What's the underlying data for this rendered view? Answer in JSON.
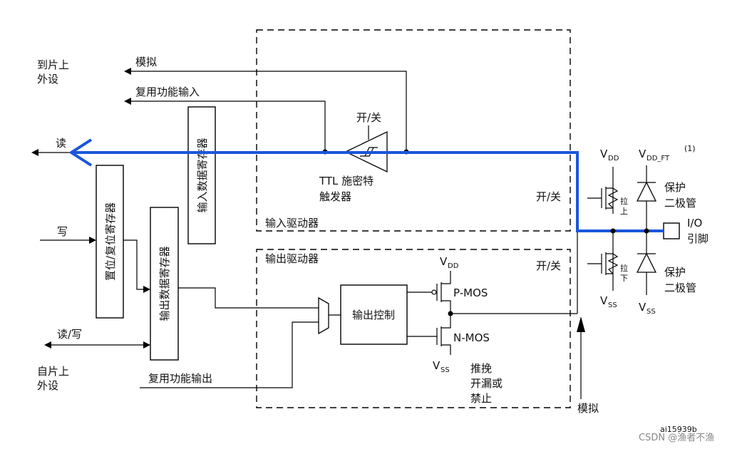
{
  "labels": {
    "to_onchip_periph_l1": "到片上",
    "to_onchip_periph_l2": "外设",
    "analog_top": "模拟",
    "alt_func_input": "复用功能输入",
    "read": "读",
    "write": "写",
    "read_write": "读/写",
    "from_onchip_periph_l1": "自片上",
    "from_onchip_periph_l2": "外设",
    "alt_func_output": "复用功能输出",
    "input_data_register": "输入数据寄存器",
    "set_reset_register": "置位/复位寄存器",
    "output_data_register": "输出数据寄存器",
    "on_off_trigger": "开/关",
    "ttl_schmitt_l1": "TTL 施密特",
    "ttl_schmitt_l2": "触发器",
    "input_driver": "输入驱动器",
    "output_driver": "输出驱动器",
    "on_off_input": "开/关",
    "on_off_output": "开/关",
    "output_control": "输出控制",
    "pmos": "P-MOS",
    "nmos": "N-MOS",
    "vdd_main": "V",
    "vdd_main_sub": "DD",
    "vss_main": "V",
    "vss_main_sub": "SS",
    "mode_l1": "推挽",
    "mode_l2": "开漏或",
    "mode_l3": "禁止",
    "analog_bottom": "模拟",
    "vdd_pull": "V",
    "vdd_pull_sub": "DD",
    "vss_pull": "V",
    "vss_pull_sub": "SS",
    "pull_up_l1": "拉",
    "pull_up_l2": "上",
    "pull_down_l1": "拉",
    "pull_down_l2": "下",
    "vdd_ft": "V",
    "vdd_ft_sub": "DD_FT",
    "vdd_ft_note": "(1)",
    "protect_diode_top_l1": "保护",
    "protect_diode_top_l2": "二极管",
    "protect_diode_bottom_l1": "保护",
    "protect_diode_bottom_l2": "二极管",
    "vss_diode": "V",
    "vss_diode_sub": "SS",
    "io_pin_l1": "I/O",
    "io_pin_l2": "引脚",
    "figure_id": "ai15939b",
    "watermark": "CSDN @渔者不渔"
  },
  "colors": {
    "highlight": "#1a56db",
    "line": "#000000"
  }
}
